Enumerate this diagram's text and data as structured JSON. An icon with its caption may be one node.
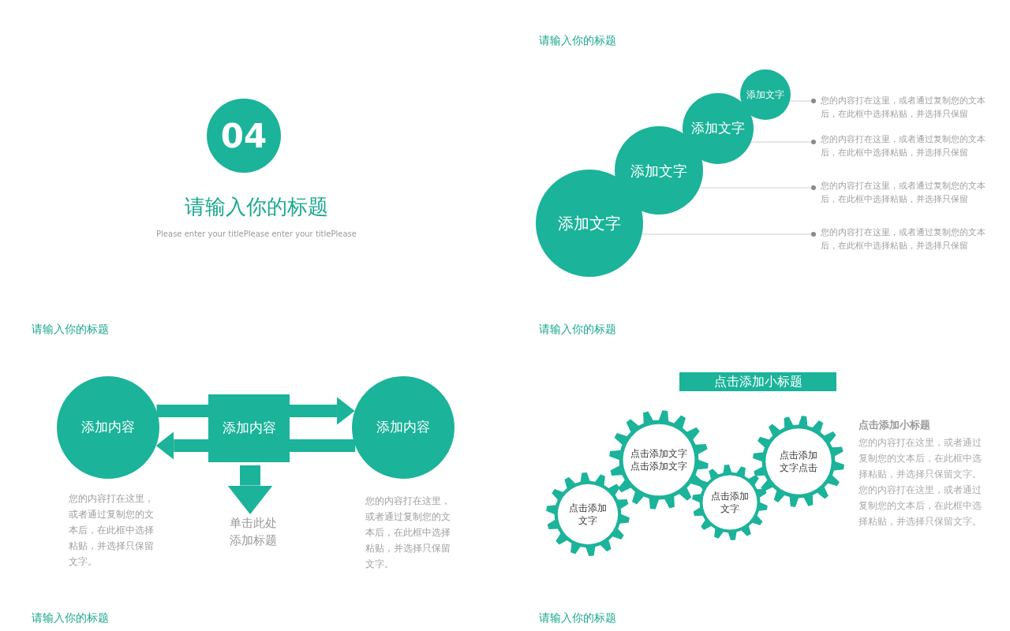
{
  "diagram": {
    "nodes": [
      {
        "text": [
          "04"
        ]
      },
      {
        "text": [
          "添加文字"
        ]
      },
      {
        "text": [
          "添加文字"
        ]
      },
      {
        "text": [
          "添加文字"
        ]
      },
      {
        "text": [
          "添加文字"
        ]
      },
      {
        "text": [
          "您的内容打在这里，或者通过复制您的文本后，在此框中选择粘贴，并选择只保留"
        ]
      },
      {
        "text": [
          "您的内容打在这里，或者通过复制您的文本后，在此框中选择粘贴，并选择只保留"
        ]
      },
      {
        "text": [
          "您的内容打在这里，或者通过复制您的文本后，在此框中选择粘贴，并选择只保留"
        ]
      },
      {
        "text": [
          "您的内容打在这里，或者通过复制您的文本后，在此框中选择粘贴，并选择只保留"
        ]
      },
      {
        "text": [
          "添加内容"
        ],
        "beside": [
          "您的内容打在这里，或者通过复制您的文本后，在此框中选择粘贴，并选择只保留文字。"
        ]
      },
      {
        "text": [
          "添加内容"
        ]
      },
      {
        "text": [
          "添加内容"
        ],
        "beside": [
          "您的内容打在这里，或者通过复制您的文本后，在此框中选择粘贴，并选择只保留文字。"
        ]
      },
      {
        "text": [
          "单击此处添加标题"
        ]
      },
      {
        "text": [
          "点击添加小标题"
        ]
      },
      {
        "text": [
          "点击添加文字"
        ]
      },
      {
        "text": [
          "点击添加文字点击添加文字"
        ]
      },
      {
        "text": [
          "点击添加文字"
        ]
      },
      {
        "text": [
          "点击添加文字点击"
        ]
      }
    ],
    "edges": [
      {
        "from": 1,
        "to": 5,
        "arrow": "other",
        "color": "#cfcfcf"
      },
      {
        "from": 2,
        "to": 6,
        "arrow": "other",
        "color": "#cfcfcf"
      },
      {
        "from": 3,
        "to": 7,
        "arrow": "other",
        "color": "#cfcfcf"
      },
      {
        "from": 4,
        "to": 8,
        "arrow": "other",
        "color": "#cfcfcf"
      },
      {
        "from": 9,
        "to": 10,
        "arrow": "none"
      },
      {
        "from": 10,
        "to": 11,
        "arrow": "to"
      },
      {
        "from": 11,
        "to": 10,
        "arrow": "none"
      },
      {
        "from": 10,
        "to": 9,
        "arrow": "to"
      },
      {
        "from": 10,
        "to": 12,
        "arrow": "to"
      }
    ],
    "labels": [
      "请输入你的标题",
      "请输入你的标题",
      "Please enter your titlePlease enter your titlePlease",
      "请输入你的标题",
      "请输入你的标题",
      "点击添加小标题",
      "您的内容打在这里，或者通过复制您的文本后，在此框中选择粘贴，并选择只保留文字。您的内容打在这里，或者通过复制您的文本后，在此框中选择粘贴，并选择只保留文字。",
      "请输入你的标题",
      "请输入你的标题"
    ]
  }
}
